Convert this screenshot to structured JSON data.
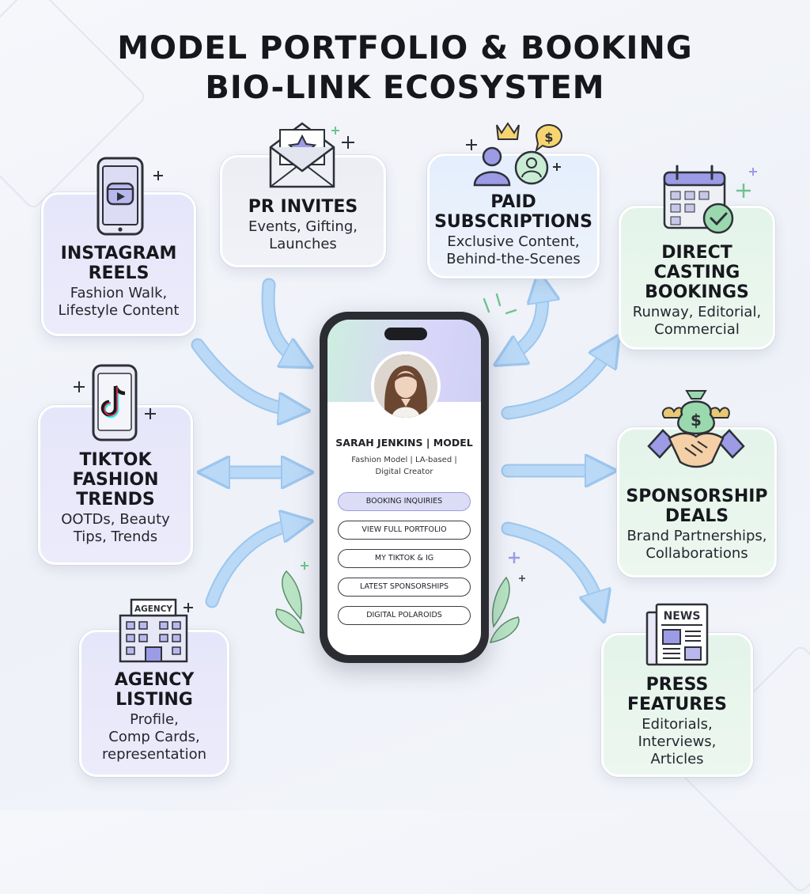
{
  "header": {
    "title_line1": "MODEL PORTFOLIO & BOOKING",
    "title_line2": "BIO-LINK ECOSYSTEM"
  },
  "profile": {
    "name": "SARAH JENKINS | MODEL",
    "bio_line1": "Fashion Model | LA-based |",
    "bio_line2": "Digital Creator",
    "links": [
      "BOOKING INQUIRIES",
      "VIEW FULL PORTFOLIO",
      "MY TIKTOK & IG",
      "LATEST SPONSORSHIPS",
      "DIGITAL POLAROIDS"
    ]
  },
  "sources": {
    "instagram": {
      "title": "INSTAGRAM\nREELS",
      "subtitle": "Fashion Walk,\nLifestyle Content",
      "icon": "phone-reels-icon"
    },
    "pr": {
      "title": "PR INVITES",
      "subtitle": "Events, Gifting,\nLaunches",
      "icon": "envelope-star-icon"
    },
    "tiktok": {
      "title": "TIKTOK\nFASHION\nTRENDS",
      "subtitle": "OOTDs, Beauty\nTips, Trends",
      "icon": "phone-tiktok-icon"
    },
    "agency": {
      "title": "AGENCY\nLISTING",
      "subtitle": "Profile,\nComp Cards,\nrepresentation",
      "icon": "agency-building-icon",
      "icon_label": "AGENCY"
    }
  },
  "outcomes": {
    "subscriptions": {
      "title": "PAID\nSUBSCRIPTIONS",
      "subtitle": "Exclusive Content,\nBehind-the-Scenes",
      "icon": "subscribers-crown-icon"
    },
    "casting": {
      "title": "DIRECT\nCASTING\nBOOKINGS",
      "subtitle": "Runway, Editorial,\nCommercial",
      "icon": "calendar-check-icon"
    },
    "sponsorship": {
      "title": "SPONSORSHIP\nDEALS",
      "subtitle": "Brand Partnerships,\nCollaborations",
      "icon": "handshake-money-icon"
    },
    "press": {
      "title": "PRESS\nFEATURES",
      "subtitle": "Editorials,\nInterviews,\nArticles",
      "icon": "newspaper-icon",
      "icon_label": "NEWS"
    }
  },
  "colors": {
    "arrow": "#b9d9f6",
    "arrow_edge": "#9cc6ee",
    "card_purple": "#e6e6fa",
    "card_mint": "#e4f4ea",
    "accent_purple": "#9c9be6",
    "accent_green": "#6fc48f"
  }
}
